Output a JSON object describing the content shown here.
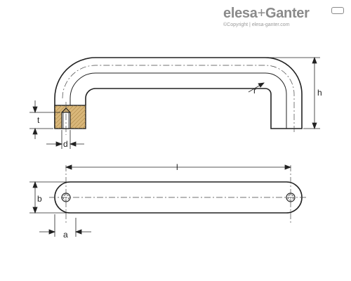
{
  "logo": {
    "brand_left": "elesa",
    "plus": "+",
    "brand_right": "Ganter",
    "copyright": "©Copyright | elesa-ganter.com"
  },
  "dimensions": {
    "t": "t",
    "d": "d",
    "h": "h",
    "r": "r",
    "l": "l",
    "b": "b",
    "a": "a"
  },
  "colors": {
    "line": "#222222",
    "hatch": "#c9a469",
    "logo": "#8a8a8a"
  }
}
